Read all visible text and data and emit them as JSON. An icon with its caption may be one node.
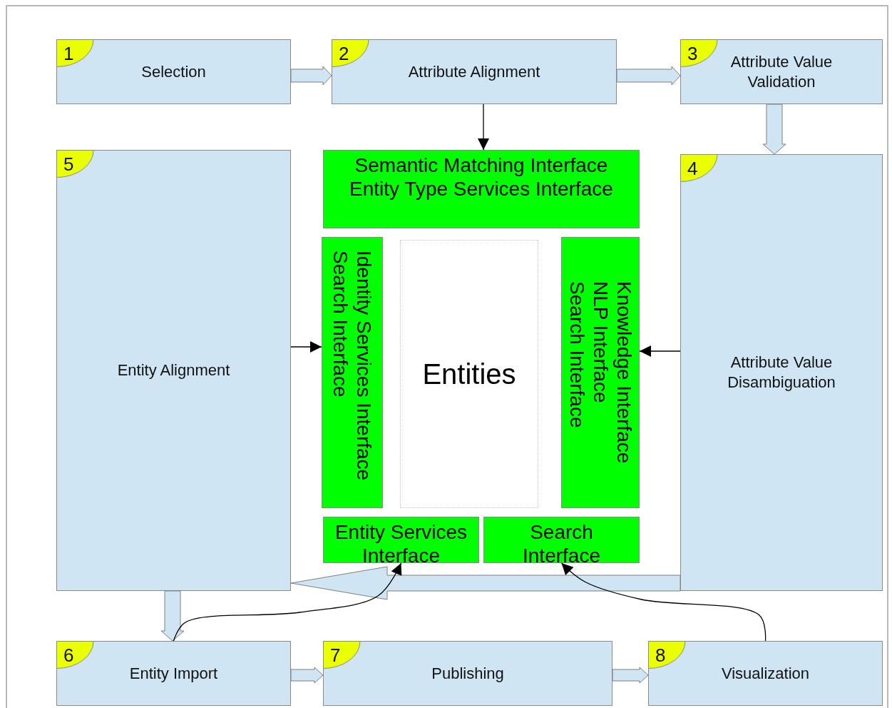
{
  "diagram": {
    "nodes": [
      {
        "text": [
          "1",
          "Selection"
        ]
      },
      {
        "text": [
          "2",
          "Attribute Alignment"
        ]
      },
      {
        "text": [
          "3",
          "Attribute Value Validation"
        ]
      },
      {
        "text": [
          "5",
          "Entity Alignment"
        ]
      },
      {
        "text": [
          "Semantic Matching Interface",
          "Entity Type Services Interface"
        ]
      },
      {
        "text": [
          "Identity Services Interface",
          "Search Interface"
        ]
      },
      {
        "text": [
          "Entities"
        ]
      },
      {
        "text": [
          "Knowledge Interface",
          "NLP Interface",
          "Search Interface"
        ]
      },
      {
        "text": [
          "4",
          "Attribute Value Disambiguation"
        ]
      },
      {
        "text": [
          "Entity Services Interface"
        ]
      },
      {
        "text": [
          "Search Interface"
        ]
      },
      {
        "text": [
          "6",
          "Entity Import"
        ]
      },
      {
        "text": [
          "7",
          "Publishing"
        ]
      },
      {
        "text": [
          "8",
          "Visualization"
        ]
      }
    ],
    "edges": [
      {
        "from": 0,
        "to": 1,
        "arrow": "to",
        "style": "thick"
      },
      {
        "from": 1,
        "to": 2,
        "arrow": "to",
        "style": "thick"
      },
      {
        "from": 2,
        "to": 8,
        "arrow": "to",
        "style": "thick"
      },
      {
        "from": 1,
        "to": 4,
        "arrow": "to",
        "color": "#000000"
      },
      {
        "from": 3,
        "to": 5,
        "arrow": "to",
        "color": "#000000"
      },
      {
        "from": 8,
        "to": 7,
        "arrow": "to",
        "color": "#000000"
      },
      {
        "from": 8,
        "to": 3,
        "arrow": "to",
        "style": "thick"
      },
      {
        "from": 3,
        "to": 11,
        "arrow": "to",
        "style": "thick"
      },
      {
        "from": 11,
        "to": 12,
        "arrow": "to",
        "style": "thick"
      },
      {
        "from": 12,
        "to": 13,
        "arrow": "to",
        "style": "thick"
      },
      {
        "from": 11,
        "to": 9,
        "arrow": "to",
        "color": "#000000"
      },
      {
        "from": 13,
        "to": 10,
        "arrow": "to",
        "color": "#000000"
      }
    ]
  }
}
